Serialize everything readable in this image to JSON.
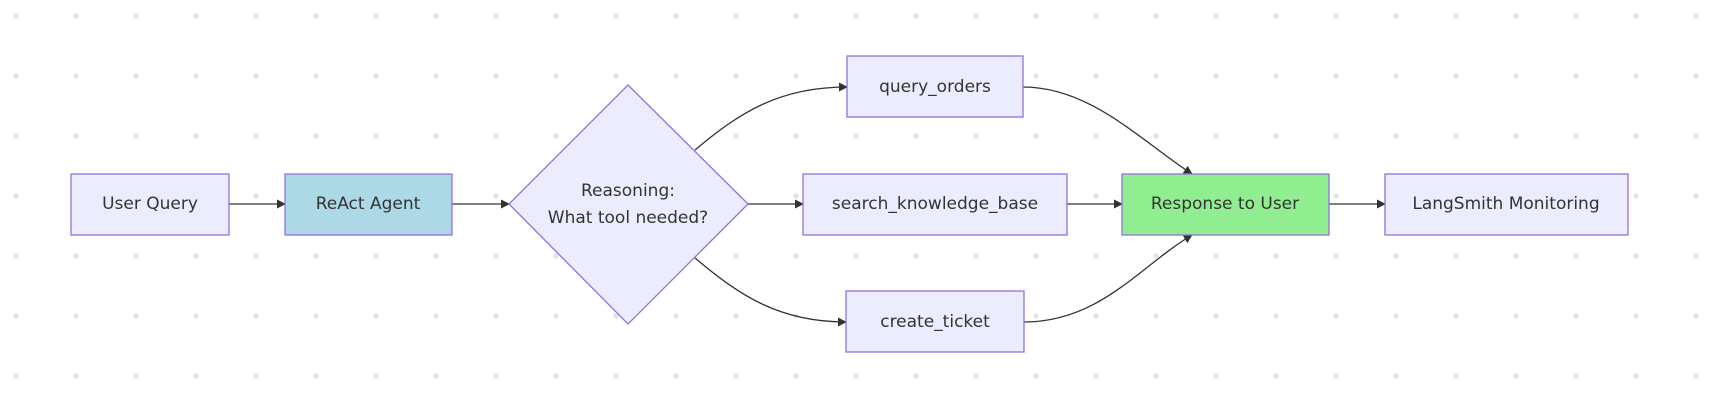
{
  "nodes": {
    "user_query": {
      "label": "User Query"
    },
    "react_agent": {
      "label": "ReAct Agent"
    },
    "reasoning": {
      "line1": "Reasoning:",
      "line2": "What tool needed?"
    },
    "query_orders": {
      "label": "query_orders"
    },
    "search_knowledge_base": {
      "label": "search_knowledge_base"
    },
    "create_ticket": {
      "label": "create_ticket"
    },
    "response_to_user": {
      "label": "Response to User"
    },
    "langsmith_monitoring": {
      "label": "LangSmith Monitoring"
    }
  },
  "colors": {
    "default_fill": "#ECECFF",
    "default_stroke": "#9370DB",
    "agent_fill": "#ADD8E6",
    "response_fill": "#90EE90",
    "edge": "#333333"
  }
}
